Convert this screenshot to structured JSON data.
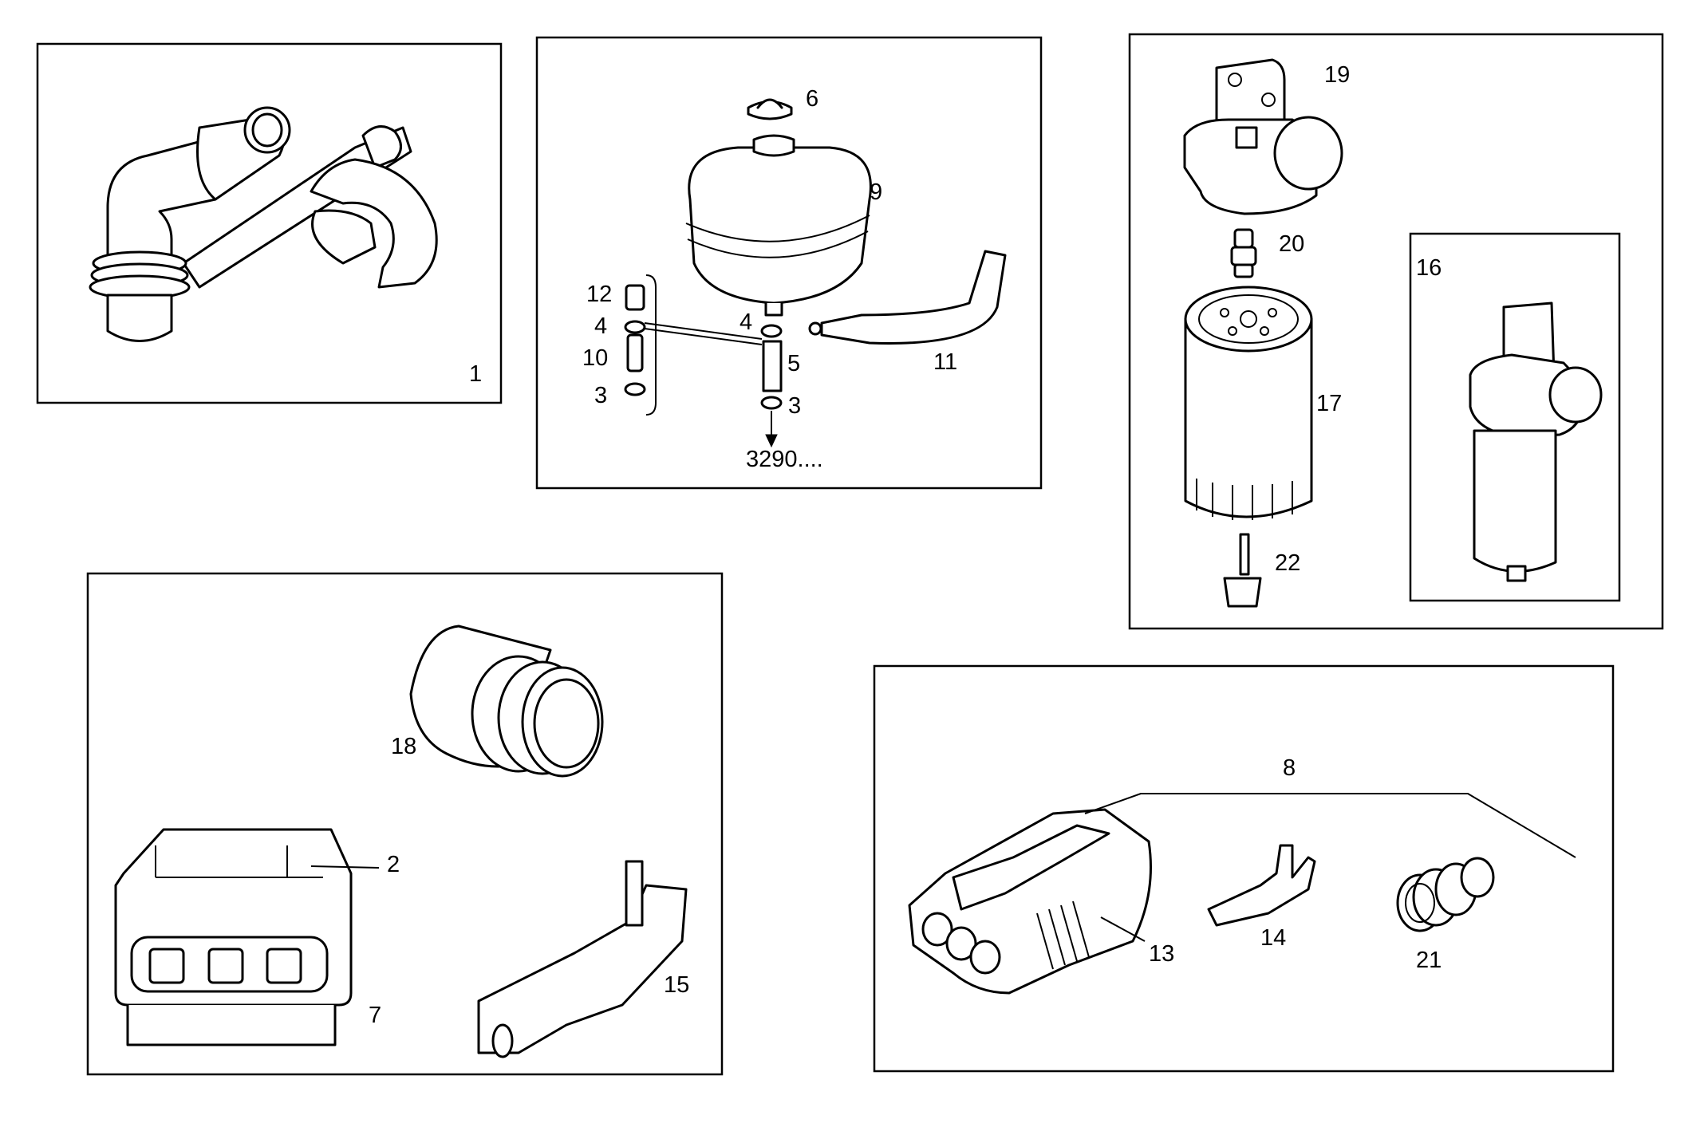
{
  "panels": [
    {
      "id": "panel-1",
      "labels": [
        "1"
      ]
    },
    {
      "id": "panel-2",
      "labels": [
        "6",
        "9",
        "12",
        "4",
        "10",
        "3",
        "4",
        "5",
        "3",
        "11",
        "3290...."
      ]
    },
    {
      "id": "panel-3",
      "labels": [
        "19",
        "20",
        "17",
        "22",
        "16"
      ]
    },
    {
      "id": "panel-4",
      "labels": [
        "18",
        "2",
        "7",
        "15"
      ]
    },
    {
      "id": "panel-5",
      "labels": [
        "8",
        "13",
        "14",
        "21"
      ]
    }
  ],
  "colors": {
    "line": "#000000",
    "background": "#ffffff"
  }
}
